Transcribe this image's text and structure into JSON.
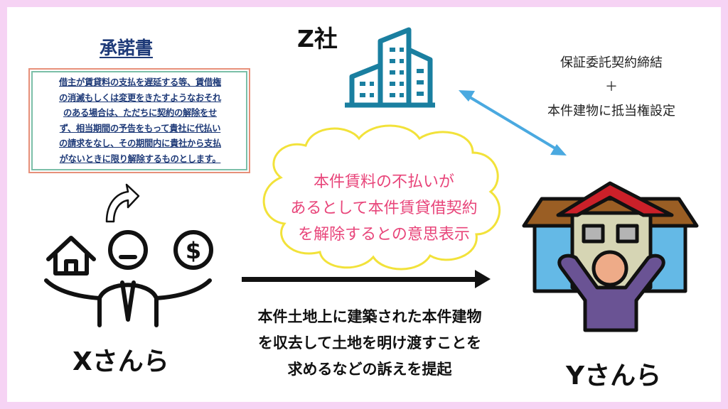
{
  "document": {
    "title": "承諾書",
    "lines": [
      "借主が賃貸料の支払を遅延する等、賃借権",
      "の消滅もしくは変更をきたすようなおそれ",
      "のある場合は、ただちに契約の解除をせ",
      "ず、相当期間の予告をもって貴社に代払い",
      "の請求をなし、その期間内に貴社から支払",
      "がないときに限り解除するものとします。"
    ]
  },
  "z_company": {
    "label": "Z社"
  },
  "guarantee": {
    "line1": "保証委託契約締結",
    "plus": "＋",
    "line2": "本件建物に抵当権設定"
  },
  "cloud": {
    "lines": [
      "本件賃料の不払いが",
      "あるとして本件賃貸借契約",
      "を解除するとの意思表示"
    ]
  },
  "suit": {
    "lines": [
      "本件土地上に建築された本件建物",
      "を収去して土地を明け渡すことを",
      "求めるなどの訴えを提起"
    ]
  },
  "x_party": {
    "label": "Xさんら"
  },
  "y_party": {
    "label": "Yさんら"
  },
  "colors": {
    "border": "#f6d3f4",
    "doc_text": "#1e3a78",
    "building": "#1a7fa0",
    "double_arrow": "#4aa9e0",
    "cloud_outline": "#f2e23a",
    "cloud_text": "#e8457a"
  }
}
